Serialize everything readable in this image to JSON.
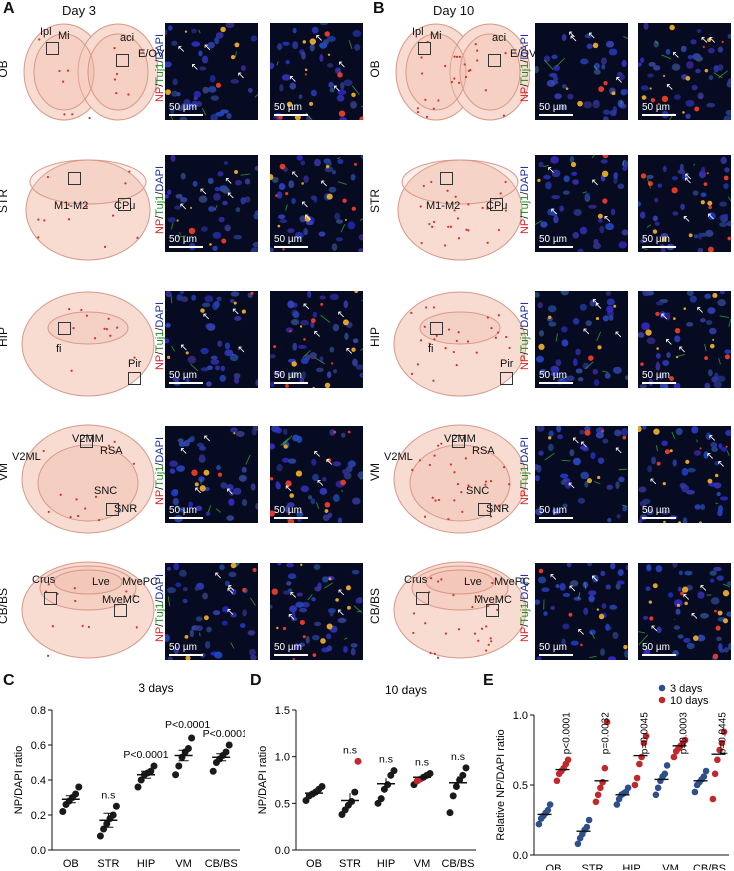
{
  "panel_letters": {
    "A": "A",
    "B": "B",
    "C": "C",
    "D": "D",
    "E": "E"
  },
  "day_titles": {
    "A": "Day 3",
    "B": "Day 10"
  },
  "regions": [
    "OB",
    "STR",
    "HIP",
    "VM",
    "CB/BS"
  ],
  "stain": {
    "np": "NP",
    "tuj": "Tuj1",
    "dapi": "DAPI",
    "sep": "/"
  },
  "scale_bar": "50 µm",
  "schematic_labels": {
    "OB": [
      "Ipl",
      "Mi",
      "aci",
      "E/OV"
    ],
    "STR": [
      "M1-M2",
      "CPu"
    ],
    "HIP": [
      "fi",
      "Pir"
    ],
    "VM": [
      "V2MM",
      "V2ML",
      "RSA",
      "SNC",
      "SNR"
    ],
    "CB_BS": [
      "Crus",
      "Lve",
      "MvePC",
      "MveMC"
    ]
  },
  "colors": {
    "day3": "#2f4f8a",
    "day10": "#c0282c",
    "brain_fill": "#f8dcd2",
    "brain_stroke": "#d7988a"
  },
  "chart_data": [
    {
      "id": "C",
      "type": "scatter",
      "title": "3 days",
      "ylabel": "NP/DAPI ratio",
      "categories": [
        "OB",
        "STR",
        "HIP",
        "VM",
        "CB/BS"
      ],
      "ylim": [
        0,
        0.8
      ],
      "yticks": [
        "0.0",
        "0.2",
        "0.4",
        "0.6",
        "0.8"
      ],
      "points": [
        [
          0.22,
          0.26,
          0.28,
          0.3,
          0.32,
          0.36
        ],
        [
          0.08,
          0.12,
          0.15,
          0.18,
          0.2,
          0.25
        ],
        [
          0.36,
          0.4,
          0.43,
          0.44,
          0.45,
          0.48
        ],
        [
          0.43,
          0.48,
          0.53,
          0.56,
          0.58,
          0.64
        ],
        [
          0.45,
          0.5,
          0.52,
          0.54,
          0.56,
          0.6
        ]
      ],
      "means": [
        0.29,
        0.17,
        0.43,
        0.54,
        0.53
      ],
      "sem": [
        0.02,
        0.04,
        0.02,
        0.03,
        0.02
      ],
      "annotations": [
        "",
        "n.s",
        "P<0.0001",
        "P<0.0001",
        "P<0.0001"
      ],
      "color": "#1a1a1a"
    },
    {
      "id": "D",
      "type": "scatter",
      "title": "10 days",
      "ylabel": "NP/DAPI ratio",
      "categories": [
        "OB",
        "STR",
        "HIP",
        "VM",
        "CB/BS"
      ],
      "ylim": [
        0,
        1.5
      ],
      "yticks": [
        "0.0",
        "0.5",
        "1.0",
        "1.5"
      ],
      "points": [
        [
          0.53,
          0.58,
          0.6,
          0.62,
          0.65,
          0.68
        ],
        [
          0.38,
          0.43,
          0.48,
          0.52,
          0.62,
          0.95
        ],
        [
          0.5,
          0.55,
          0.65,
          0.7,
          0.8,
          0.85
        ],
        [
          0.7,
          0.74,
          0.76,
          0.78,
          0.8,
          0.82
        ],
        [
          0.4,
          0.58,
          0.68,
          0.75,
          0.8,
          0.88
        ]
      ],
      "means": [
        0.61,
        0.53,
        0.71,
        0.78,
        0.72
      ],
      "sem": [
        0.03,
        0.08,
        0.06,
        0.03,
        0.07
      ],
      "annotations": [
        "",
        "n.s",
        "n.s",
        "n.s",
        "n.s"
      ],
      "red_points": [
        [
          1,
          5
        ],
        [
          3,
          1
        ],
        [
          3,
          2
        ]
      ],
      "color": "#1a1a1a"
    },
    {
      "id": "E",
      "type": "scatter",
      "title": "",
      "ylabel": "Relative NP/DAPI ratio",
      "categories": [
        "OB",
        "STR",
        "HIP",
        "VM",
        "CB/BS"
      ],
      "ylim": [
        0,
        1.0
      ],
      "yticks": [
        "0.0",
        "0.5",
        "1.0"
      ],
      "series": [
        {
          "name": "3 days",
          "color": "#2f4f8a",
          "points": [
            [
              0.22,
              0.26,
              0.28,
              0.3,
              0.32,
              0.36
            ],
            [
              0.08,
              0.12,
              0.15,
              0.18,
              0.2,
              0.25
            ],
            [
              0.36,
              0.4,
              0.43,
              0.44,
              0.45,
              0.48
            ],
            [
              0.43,
              0.48,
              0.53,
              0.56,
              0.58,
              0.64
            ],
            [
              0.45,
              0.5,
              0.52,
              0.54,
              0.56,
              0.6
            ]
          ],
          "means": [
            0.29,
            0.17,
            0.43,
            0.54,
            0.53
          ]
        },
        {
          "name": "10 days",
          "color": "#c0282c",
          "points": [
            [
              0.53,
              0.58,
              0.6,
              0.62,
              0.65,
              0.68
            ],
            [
              0.38,
              0.43,
              0.48,
              0.52,
              0.62,
              0.95
            ],
            [
              0.5,
              0.55,
              0.65,
              0.7,
              0.8,
              0.85
            ],
            [
              0.7,
              0.74,
              0.76,
              0.78,
              0.8,
              0.82
            ],
            [
              0.4,
              0.58,
              0.68,
              0.75,
              0.8,
              0.88
            ]
          ],
          "means": [
            0.61,
            0.53,
            0.71,
            0.78,
            0.72
          ]
        }
      ],
      "annotations": [
        "p<0.0001",
        "p=0.0032",
        "p=0.0045",
        "p=0.0003",
        "p=0.0445"
      ],
      "legend_position": "top-right"
    }
  ]
}
